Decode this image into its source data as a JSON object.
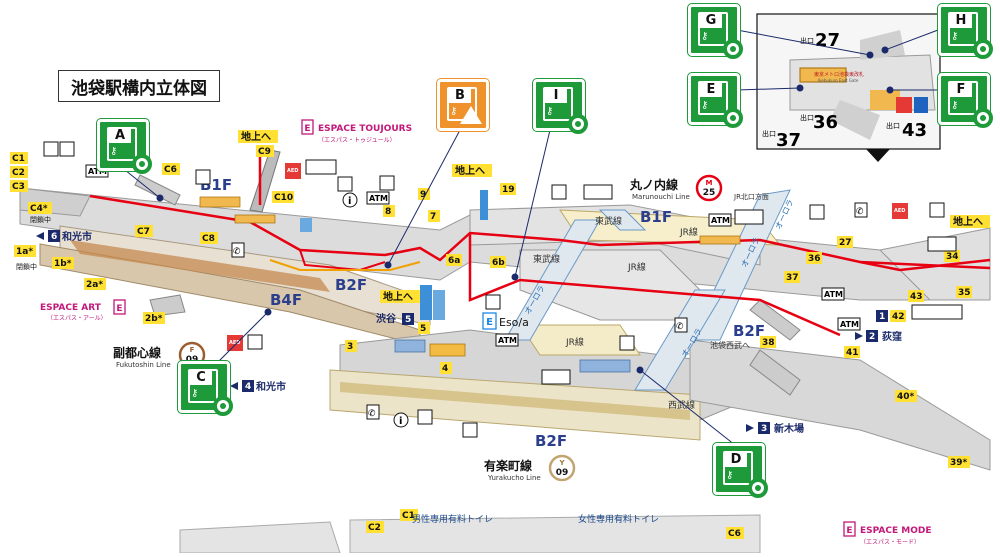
{
  "page_title": "池袋駅構内立体図",
  "floors": {
    "b1f_left": "B1F",
    "b1f_right": "B1F",
    "b2f_center": "B2F",
    "b2f_right": "B2F",
    "b2f_bottom": "B2F",
    "b4f": "B4F"
  },
  "lines": {
    "marunouchi": {
      "name": "丸ノ内線",
      "roman": "Marunouchi Line",
      "code_letter": "M",
      "code_num": "25",
      "color": "#e60012"
    },
    "fukutoshin": {
      "name": "副都心線",
      "roman": "Fukutoshin Line",
      "code_letter": "F",
      "code_num": "09",
      "color": "#9c5e31"
    },
    "yurakucho": {
      "name": "有楽町線",
      "roman": "Yurakucho Line",
      "code_letter": "Y",
      "code_num": "09",
      "color": "#c1a470"
    }
  },
  "shops": {
    "toujours": {
      "badge": "E",
      "name": "ESPACE TOUJOURS",
      "kana": "（エスパス・トゥジュール）"
    },
    "art": {
      "badge": "E",
      "name": "ESPACE ART",
      "kana": "（エスパス・アール）"
    },
    "mode": {
      "badge": "E",
      "name": "ESPACE MODE",
      "kana": "（エスパス・モード）"
    },
    "esola": {
      "badge": "E",
      "name": "Eso/a"
    }
  },
  "lockers": {
    "A": "A",
    "B": "B",
    "C": "C",
    "D": "D",
    "E": "E",
    "F": "F",
    "G": "G",
    "H": "H",
    "I": "I"
  },
  "labels": {
    "chijo_c9": "地上へ",
    "chijo_19": "地上へ",
    "chijo_5": "地上へ",
    "chijo_right": "地上へ",
    "heisachu_c4": "閉鎖中",
    "heisachu_1a": "閉鎖中",
    "tobu": "東武線",
    "tobu2": "東武線",
    "jr1": "JR線",
    "jr2": "JR線",
    "jr3": "JR線",
    "jr_north": "JR北口方面",
    "seibu": "西武線",
    "seibu_dir": "池袋西武へ",
    "aed": "AED",
    "atm": "ATM",
    "toilet_m": "男性専用有料トイレ",
    "toilet_f": "女性専用有料トイレ",
    "info": "i",
    "phone": "✆",
    "dir_wakoshi_6": "和光市",
    "dir_wakoshi_4": "和光市",
    "dir_shibuya": "渋谷",
    "dir_shinkiba": "新木場",
    "dir_ogikubo": "荻窪",
    "num_6": "6",
    "num_4": "4",
    "num_5": "5",
    "num_3": "3",
    "num_2": "2",
    "num_1": "1",
    "passage_a": "オーロラ",
    "passage_b": "オーロラ",
    "passage_c": "オーロラ",
    "passage_d": "オーロラ"
  },
  "exits": {
    "c1": "C1",
    "c2": "C2",
    "c3": "C3",
    "c4": "C4*",
    "c6": "C6",
    "c7": "C7",
    "c8": "C8",
    "c9": "C9",
    "c10": "C10",
    "e1a": "1a*",
    "e1b": "1b*",
    "e2a": "2a*",
    "e2b": "2b*",
    "e3": "3",
    "e4": "4",
    "e5": "5",
    "e6a": "6a",
    "e6b": "6b",
    "e7": "7",
    "e8": "8",
    "e9": "9",
    "e19": "19",
    "e27": "27",
    "e34": "34",
    "e35": "35",
    "e36": "36",
    "e37": "37",
    "e38": "38",
    "e39": "39*",
    "e40": "40*",
    "e41": "41",
    "e42": "42",
    "e43": "43",
    "c1b": "C1",
    "c2b": "C2",
    "c6b": "C6"
  },
  "inset": {
    "exit_27": "27",
    "exit_36": "36",
    "exit_37": "37",
    "exit_43": "43",
    "deguchi": "出口",
    "sign_jp": "東京メトロ池袋東改札",
    "sign_en": "Ikebukuro East Gate"
  }
}
